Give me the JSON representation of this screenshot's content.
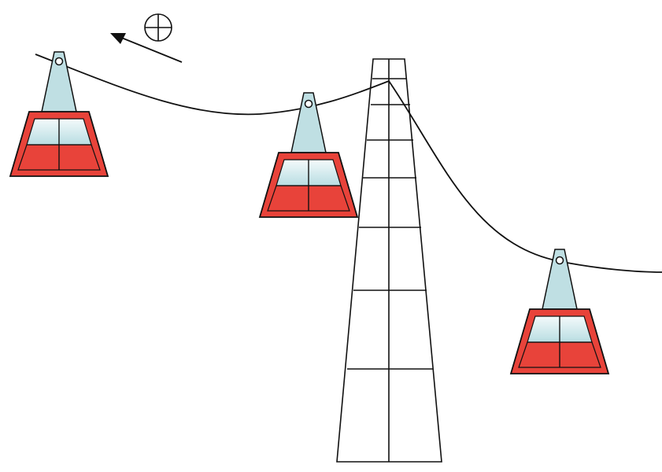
{
  "colors": {
    "background": "#ffffff",
    "line": "#111111",
    "cabin_body": "#e8433a",
    "cabin_body_dark": "#c7281f",
    "window_top": "#f4fafb",
    "window_bottom": "#b8dde2",
    "hanger": "#bfdfe3"
  },
  "icons": {
    "motion_arrow": "arrow-up-left-icon",
    "reference_symbol": "circled-plus-icon"
  },
  "gondolas": [
    {
      "name": "gondola-left"
    },
    {
      "name": "gondola-middle"
    },
    {
      "name": "gondola-right"
    }
  ]
}
